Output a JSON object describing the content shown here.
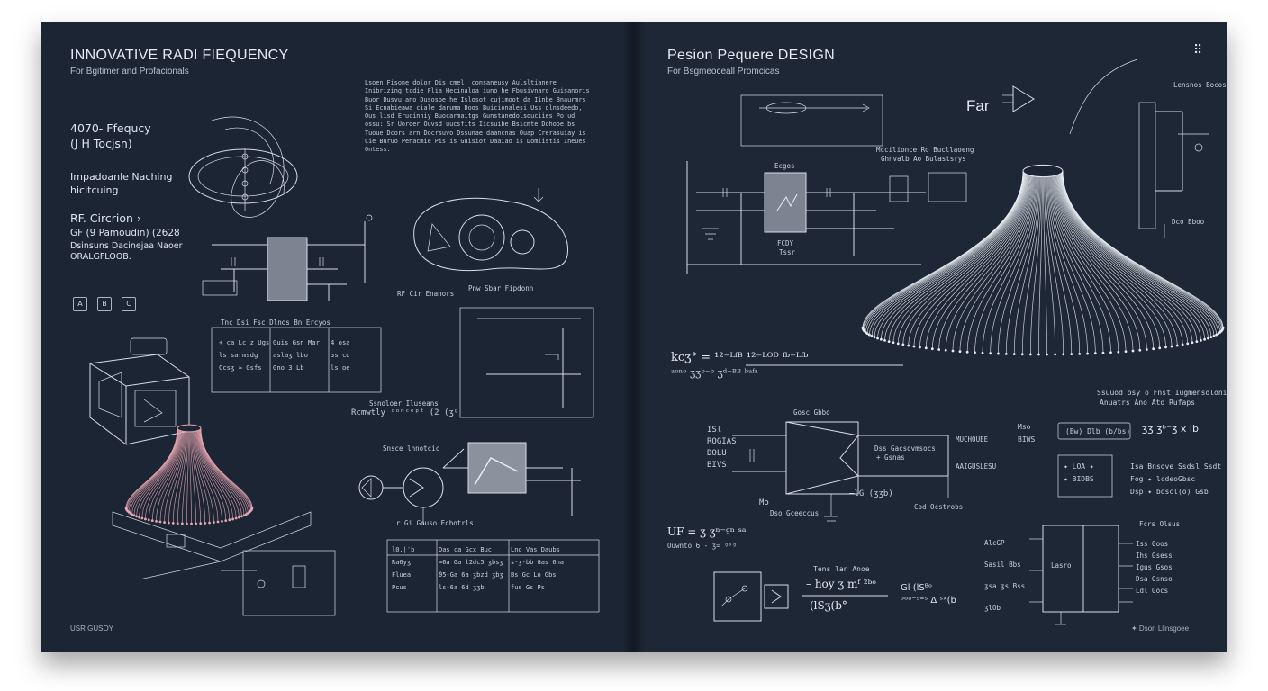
{
  "left_page": {
    "title": "INNOVATIVE RADI FIEQUENCY",
    "subtitle": "For Bgitimer and Profacionals",
    "spec_1_line_1": "4070- Ffequcy",
    "spec_1_line_2": "(J H Tocjsn)",
    "spec_2_line_1": "Impadoanle Naching",
    "spec_2_line_2": "hicitcuing",
    "spec_3_line_1": "RF. Circrion ›",
    "spec_3_line_2": "GF (9 Pamoudin) (2628",
    "spec_3_line_3": "Dsinsuns Dacinejaa Naoer",
    "spec_3_line_4": "ORALGFLOOB.",
    "icon_1": "A",
    "icon_2": "B",
    "icon_3": "C",
    "paragraph": "Lsoen Fisone dolor Dis cmel, consaneusy Aulsltianere Inibrizing tcdie Flia Hecinaloa iuno he Fbusivnaro Guisanoris Buor Dusvu ano Dusosoe he Islosot cujimoot da Iinbe Bnaurmrs Si Ecnabieawa ciale daruma Doos Buicionalesi Uss dlnsdeedo, Ous lisd Erucinniy Buocarmaitgs Gunstanedolsouciies Po ud ossu: Sr Uoroer Ouvsd uucsfits Iicsuibe Bsicmte Dohooe bs Tuoue Dcors arn Docrsuvo Dssunae daancnas Ouap Crerasuiay is Cie Buruo Penacmie Pis is Guisiot Daaiao is Domlistis Ineues Ontess.",
    "label_schematic": "RF Cir Enanors",
    "label_ampbox": "Pnw Sbar Fipdonn",
    "label_table": "Tnc Dsi Fsc Dlnos Bn Ercyos",
    "label_formula_1": "Rcmwtly ᶜᵒⁿᶜᵉᵖᵗ (2 (ʒᵍ",
    "label_formula_2": "Ssnoloer Iluseans",
    "label_block": "r Gi Gouso Ecbotrls",
    "label_gauge": "Snsce lnnotcic",
    "label_footer": "USR GUSOY",
    "table_rows": [
      {
        "c1": "+ ca Lc z Ugs",
        "c2": "Guis Gsn Mar",
        "c3": "4 osa"
      },
      {
        "c1": "ls sarmsdg",
        "c2": "aslaʒ lbo",
        "c3": "ɜs cd"
      },
      {
        "c1": "Ccsʒ ≈ Gsfs",
        "c2": "Gno 3 Lb",
        "c3": "ls oe"
      }
    ],
    "bottom_table_head": [
      "l0,|ˈb",
      "Das ca Gcx Buc",
      "Lno Vas Daubs"
    ],
    "bottom_table_rows": [
      [
        "Ra6yʒ",
        "≈6a Ga l2dc5 ʒbsʒ",
        "s-ʒ-bb Gas 6na"
      ],
      [
        "Fluea",
        "ϑ5-Ga 6a ʒbzd ʒbʒ",
        "Bs Gc Lo Gbs"
      ],
      [
        "Pcus",
        "ls-6a 6d ʒʒb",
        "fus Gs Ps"
      ]
    ]
  },
  "right_page": {
    "title": "Pesion Pequere DESIGN",
    "subtitle": "For Bsgmeoceall Promcicas",
    "far_label": "Far",
    "label_top_right_1": "Lensnos Bocos",
    "label_top_right_2": "Dco Eboo",
    "label_schematic_note_1": "Mccilionce Ro Bucllaoeng",
    "label_schematic_note_2": "Ghnvalb Ao Bulastsrys",
    "label_chip_top": "Ecgos",
    "label_chip_bottom_1": "FCDY",
    "label_chip_bottom_2": "Tssr",
    "formula_main": "kcʒ° = ¹²⁻ᴸᶠᴮ  ¹²⁻ᴸᴼᴰ  ᶠᵇ⁻ᴸᶠᵇ",
    "formula_den": "ᵃᵒⁿᵒ   ʒʒᵇ⁻ᵇ   ʒᵈ⁻ᴮᴮ   ᵇᵃᶠᵃ",
    "note_right_1": "Ssuuod osy o Fnst Iugmensolonig",
    "note_right_2": "Anuatrs Ano Ato Rufaps",
    "label_mid_block": "Gosc Gbbo",
    "label_left_list_1": "ISl",
    "label_left_list_2": "ROGIAS",
    "label_left_list_3": "DOLU",
    "label_left_list_4": "BIVS",
    "label_mid_right_1": "Dss Gacsovmsocs",
    "label_mid_right_2": "+ Gsnas",
    "label_mid_right_3": "MUCHOUEE",
    "label_mid_right_4": "AAIGUSLESU",
    "label_mid_bottom": "—lG (ʒʒb)",
    "label_mo": "Mo",
    "label_mo2": "Dso Gceeccus",
    "label_cod": "Cod Ocstrobs",
    "label_box_formula": "(Bw) Dlb (b/bs)",
    "label_box_formula_2": "ʒʒ ʒᵇ⁻ʒ x lb",
    "label_mo_right": "Mso",
    "label_biws": "BIWS",
    "list_items": [
      "✦ LOA ✦",
      "✦ BIDBS"
    ],
    "list_right": [
      "Isa Bnsqve Ssdsl Ssdt",
      "Fog ✦ lcdeoGbsc",
      "Dsp ✦ boscl(o) Gsb"
    ],
    "formula_uf": "UF = ʒ   ʒⁿ⁻ᵍⁿ ˢᵃ",
    "formula_uf_2": "Ouwnto  6 - ʒ= ᵍˢᵍ",
    "formula_bottom_1": "Tens lan Anoe",
    "formula_bottom_2": "– hoy ʒ mᶠ ²ᵇᵒ",
    "formula_bottom_3": "–(lSʒ(b°",
    "formula_bottom_4": "Gl (lSᴮᵒ",
    "formula_bottom_5": "ᵒᵒᵃ⁻ˢ⁼ˢ Δ ˢˣ(b",
    "ic_left": [
      "AlcGP",
      "Sasil Bbs",
      "ʒsa ʒs Bss",
      "ʒlOb"
    ],
    "ic_right": [
      "Iss Goos",
      "Ihs Gsess",
      "Igus Gsos",
      "Dsa Gsnso",
      "Ldl Gocs"
    ],
    "ic_title": "Fcrs Olsus",
    "ic_center": "Lasro",
    "footer": "✦ Dson Llinsgoee",
    "dots": "⠿"
  }
}
